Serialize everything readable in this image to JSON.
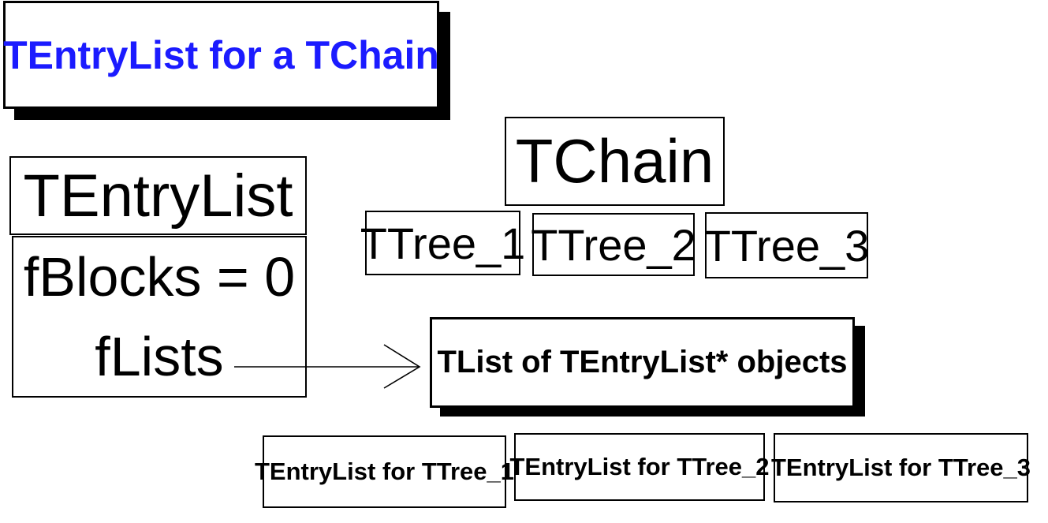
{
  "title_box": {
    "label": "TEntryList for a TChain"
  },
  "entrylist_box": {
    "header": "TEntryList",
    "fields": {
      "fblocks": "fBlocks = 0",
      "flists": "fLists"
    }
  },
  "tchain_box": {
    "label": "TChain"
  },
  "ttree_boxes": [
    {
      "label": "TTree_1"
    },
    {
      "label": "TTree_2"
    },
    {
      "label": "TTree_3"
    }
  ],
  "tlist_box": {
    "label": "TList of TEntryList* objects"
  },
  "instance_boxes": [
    {
      "label": "TEntryList for TTree_1"
    },
    {
      "label": "TEntryList for TTree_2"
    },
    {
      "label": "TEntryList for TTree_3"
    }
  ],
  "colors": {
    "title_text": "#1b1bff",
    "border": "#000000",
    "shadow": "#000000",
    "text": "#000000",
    "background": "#ffffff"
  }
}
